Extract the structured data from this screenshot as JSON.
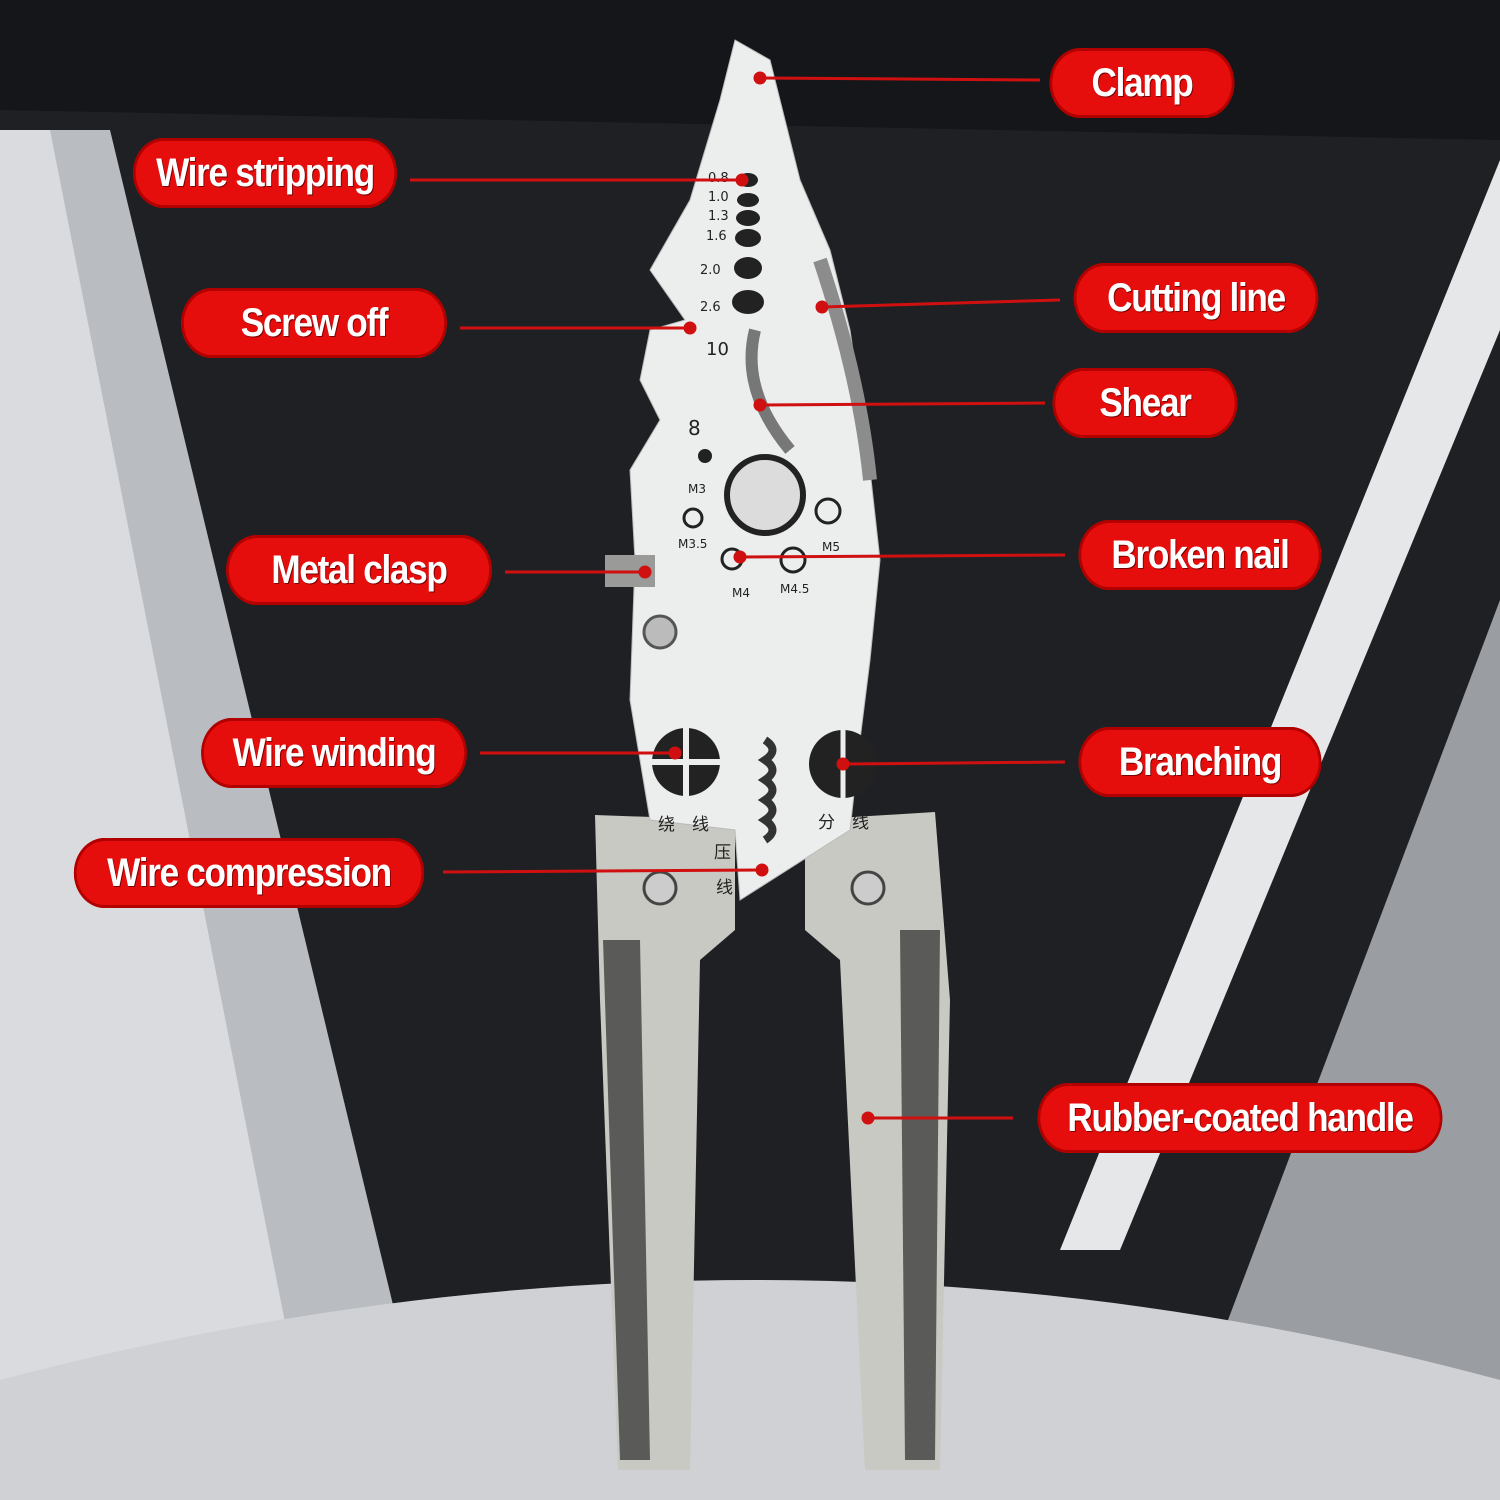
{
  "colors": {
    "label_fill": "#e60d0d",
    "label_text": "#ffffff",
    "leader": "#d01010",
    "background": "#1f2023",
    "handle": "#c8c9c2",
    "grip": "#5a5b58"
  },
  "labels": {
    "clamp": "Clamp",
    "wire_stripping": "Wire stripping",
    "screw_off": "Screw off",
    "cutting_line": "Cutting line",
    "shear": "Shear",
    "metal_clasp": "Metal clasp",
    "broken_nail": "Broken nail",
    "wire_winding": "Wire winding",
    "branching": "Branching",
    "wire_compression": "Wire compression",
    "rubber_handle": "Rubber-coated handle"
  },
  "tool_markings": {
    "gauges": [
      "0.8",
      "1.0",
      "1.3",
      "1.6",
      "2.0",
      "2.6"
    ],
    "nut_10": "10",
    "nut_8": "8",
    "m3": "M3",
    "m35": "M3.5",
    "m4": "M4",
    "m45": "M4.5",
    "m5": "M5",
    "winding_cn_1": "绕",
    "winding_cn_2": "线",
    "branch_cn_1": "分",
    "branch_cn_2": "线",
    "press_cn_1": "压",
    "press_cn_2": "线"
  }
}
